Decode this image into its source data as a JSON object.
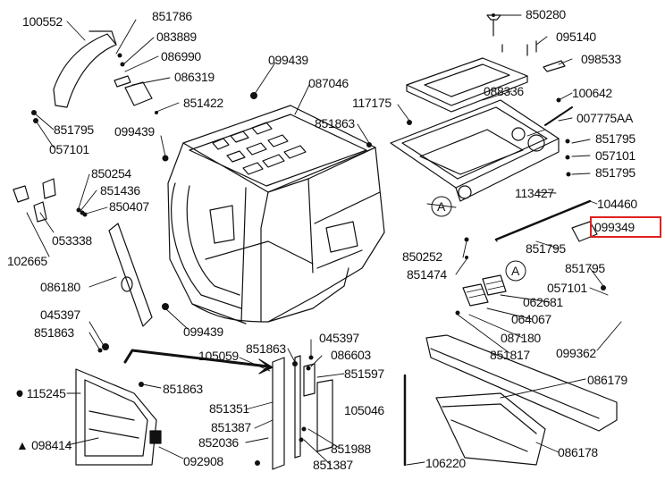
{
  "diagram": {
    "highlight_color": "#e02020",
    "line_color": "#111111",
    "callouts": {
      "c100552": "100552",
      "c851786": "851786",
      "c083889": "083889",
      "c086990": "086990",
      "c086319": "086319",
      "c851422": "851422",
      "c851795_a": "851795",
      "c057101_a": "057101",
      "c099439_a": "099439",
      "c099439_b": "099439",
      "c087046": "087046",
      "c117175": "117175",
      "c851863_a": "851863",
      "c850280": "850280",
      "c095140": "095140",
      "c098533": "098533",
      "c088336": "088336",
      "c100642": "100642",
      "c007775AA": "007775AA",
      "c851795_b": "851795",
      "c057101_b": "057101",
      "c851795_c": "851795",
      "c113427": "113427",
      "c104460": "104460",
      "c099349": "099349",
      "c851795_d": "851795",
      "c850254": "850254",
      "c851436": "851436",
      "c850407": "850407",
      "c053338": "053338",
      "c102665": "102665",
      "c086180": "086180",
      "c850252": "850252",
      "c851474": "851474",
      "c851795_e": "851795",
      "c057101_c": "057101",
      "c062681": "062681",
      "c064067": "064067",
      "c087180": "087180",
      "c851817": "851817",
      "c099362": "099362",
      "c099439_c": "099439",
      "c045397_a": "045397",
      "c851863_b": "851863",
      "c115245": "● 115245",
      "c098414": "▲ 098414",
      "c851863_c": "851863",
      "c092908": "092908",
      "c105059": "105059",
      "c851863_d": "851863",
      "c045397_b": "045397",
      "c086603": "086603",
      "c851597": "851597",
      "c851351": "851351",
      "c851387_a": "851387",
      "c852036": "852036",
      "c105046": "105046",
      "c851988": "851988",
      "c851387_b": "851387",
      "c106220": "106220",
      "c086179": "086179",
      "c086178": "086178",
      "marker_a1": "A",
      "marker_a2": "A"
    }
  }
}
